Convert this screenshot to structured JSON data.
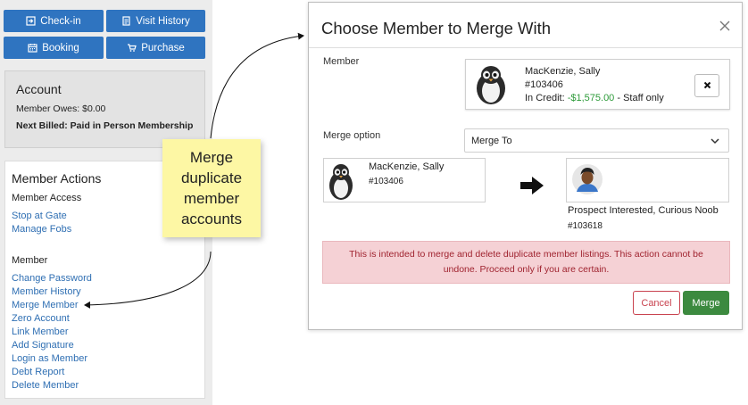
{
  "nav_buttons": {
    "checkin": "Check-in",
    "visit_history": "Visit History",
    "booking": "Booking",
    "purchase": "Purchase"
  },
  "account": {
    "title": "Account",
    "member_owes": "Member Owes: $0.00",
    "next_billed": "Next Billed: Paid in Person Membership"
  },
  "member_actions": {
    "title": "Member Actions",
    "access_title": "Member Access",
    "access_links": [
      "Stop at Gate",
      "Manage Fobs"
    ],
    "member_title": "Member",
    "member_links": [
      "Change Password",
      "Member History",
      "Merge Member",
      "Zero Account",
      "Link Member",
      "Add Signature",
      "Login as Member",
      "Debt Report",
      "Delete Member"
    ]
  },
  "sticky_note": "Merge duplicate member accounts",
  "modal": {
    "title": "Choose Member to Merge With",
    "member_label": "Member",
    "selected_member": {
      "name": "MacKenzie, Sally",
      "id": "#103406",
      "credit_label": "In Credit:",
      "credit_value": "-$1,575.00",
      "credit_note": "- Staff only"
    },
    "merge_option_label": "Merge option",
    "merge_option_value": "Merge To",
    "source": {
      "name": "MacKenzie, Sally",
      "id": "#103406"
    },
    "target": {
      "name": "Prospect Interested, Curious Noob",
      "id": "#103618"
    },
    "warning": "This is intended to merge and delete duplicate member listings. This action cannot be undone. Proceed only if you are certain.",
    "cancel_label": "Cancel",
    "merge_label": "Merge"
  },
  "colors": {
    "primary_blue": "#2f74c0",
    "link_blue": "#2f6fb3",
    "credit_green": "#2e9b3a",
    "danger_red": "#c9434f",
    "merge_green": "#3c8a3f",
    "warning_bg": "#f5d1d5",
    "sticky_yellow": "#fdf7a4"
  }
}
